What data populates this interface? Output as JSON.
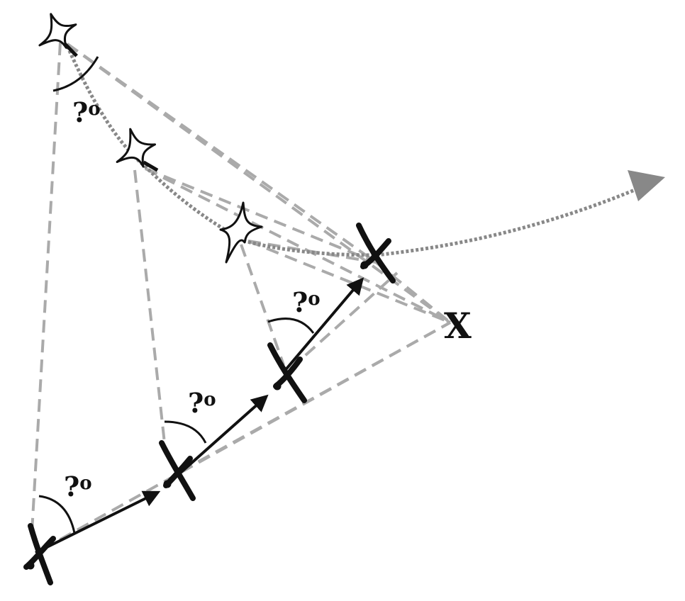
{
  "diagram": {
    "angle_labels": [
      {
        "id": "angle-1",
        "text": "?",
        "degree_symbol": "o"
      },
      {
        "id": "angle-2",
        "text": "?",
        "degree_symbol": "o"
      },
      {
        "id": "angle-3",
        "text": "?",
        "degree_symbol": "o"
      },
      {
        "id": "angle-4",
        "text": "?",
        "degree_symbol": "o"
      }
    ],
    "target_label": "X",
    "colors": {
      "observer": "#111111",
      "bird_outline": "#111111",
      "sight_line": "#aaaaaa",
      "bird_path": "#888888",
      "observer_path": "#111111"
    }
  }
}
